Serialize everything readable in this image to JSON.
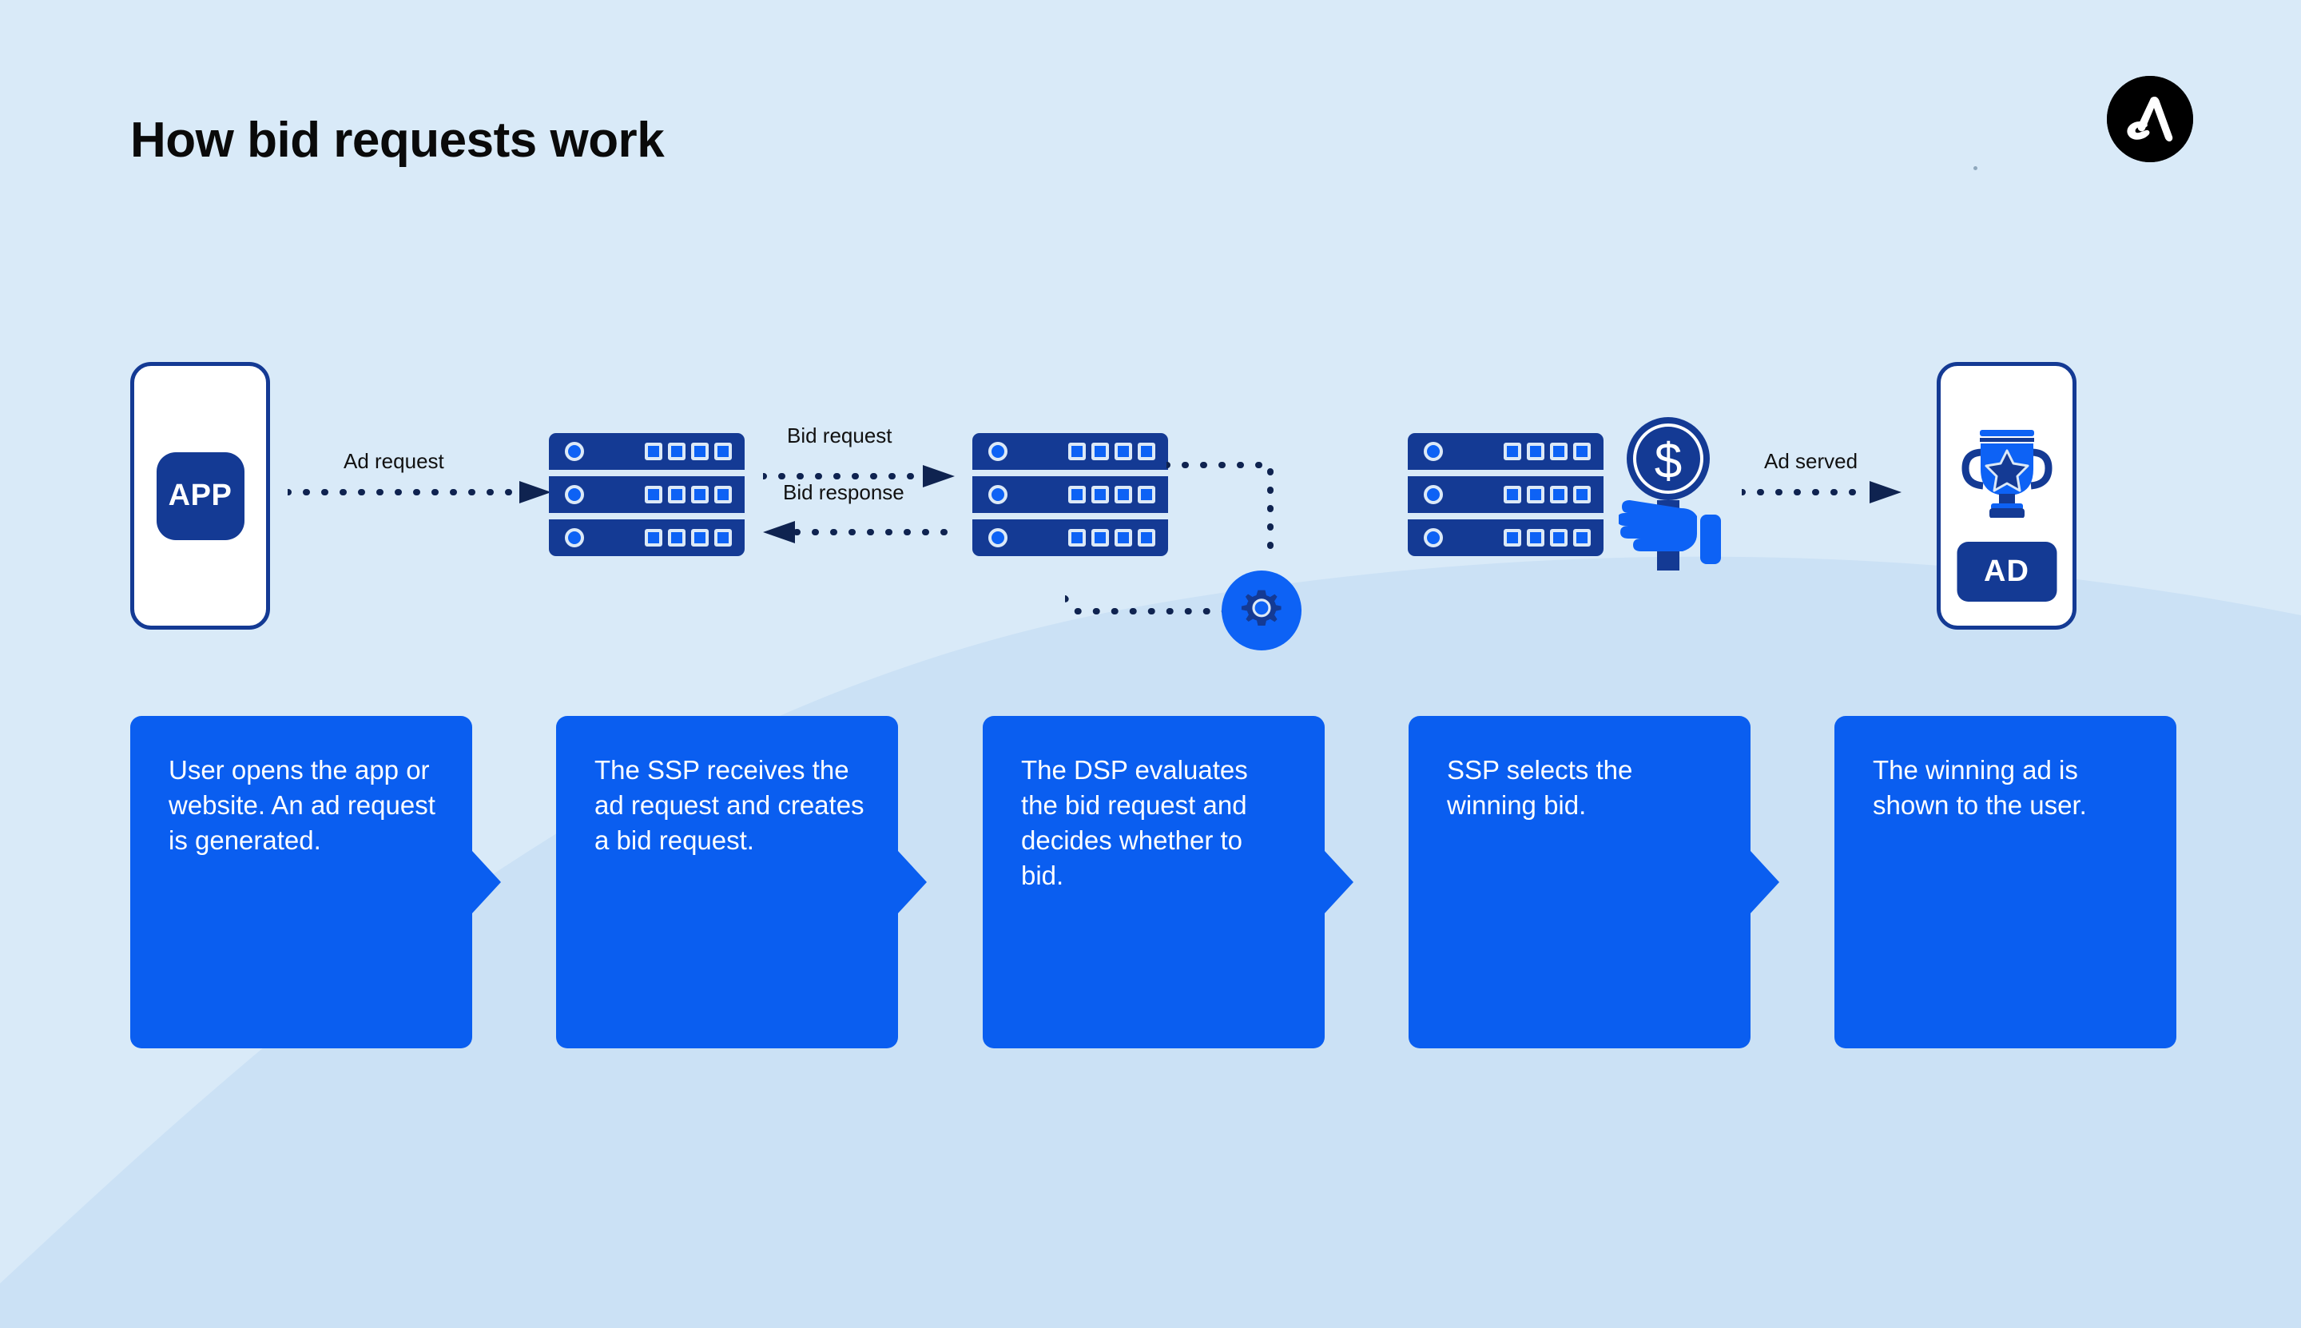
{
  "header": {
    "title": "How bid requests work",
    "logo_name": "brand-logo-a"
  },
  "colors": {
    "background": "#d9eaf8",
    "background_curve": "#cbe1f5",
    "card_blue": "#0a5ef0",
    "accent_blue": "#0d62f5",
    "dark_blue": "#143a94",
    "text_dark": "#0a0a0a",
    "white": "#ffffff"
  },
  "flow": {
    "app_phone": {
      "name": "app-phone",
      "badge_label": "APP"
    },
    "ad_phone": {
      "name": "ad-phone",
      "badge_label": "AD",
      "trophy_icon": "trophy-star-icon"
    },
    "servers": [
      {
        "id": "ssp-1",
        "name": "ssp-server-icon",
        "rows": 3,
        "squares_per_row": 4
      },
      {
        "id": "dsp",
        "name": "dsp-server-icon",
        "rows": 3,
        "squares_per_row": 4
      },
      {
        "id": "ssp-2",
        "name": "ssp-server-icon",
        "rows": 3,
        "squares_per_row": 4
      }
    ],
    "connectors": [
      {
        "id": "ad-request",
        "label": "Ad request",
        "direction": "right"
      },
      {
        "id": "bid-request",
        "label": "Bid request",
        "direction": "right"
      },
      {
        "id": "bid-response",
        "label": "Bid response",
        "direction": "left"
      },
      {
        "id": "ad-served",
        "label": "Ad served",
        "direction": "right"
      }
    ],
    "gear_badge": {
      "name": "gear-icon"
    },
    "coin_hand": {
      "name": "dollar-coin-hand-icon",
      "symbol": "$"
    }
  },
  "steps": [
    {
      "index": 1,
      "text": "User opens the app or website. An ad request is generated.",
      "has_arrow": true
    },
    {
      "index": 2,
      "text": "The SSP receives the ad request and creates a bid request.",
      "has_arrow": true
    },
    {
      "index": 3,
      "text": "The DSP evaluates the bid request and decides whether to bid.",
      "has_arrow": true
    },
    {
      "index": 4,
      "text": "SSP selects the winning bid.",
      "has_arrow": true
    },
    {
      "index": 5,
      "text": "The winning ad is shown to the user.",
      "has_arrow": false
    }
  ]
}
